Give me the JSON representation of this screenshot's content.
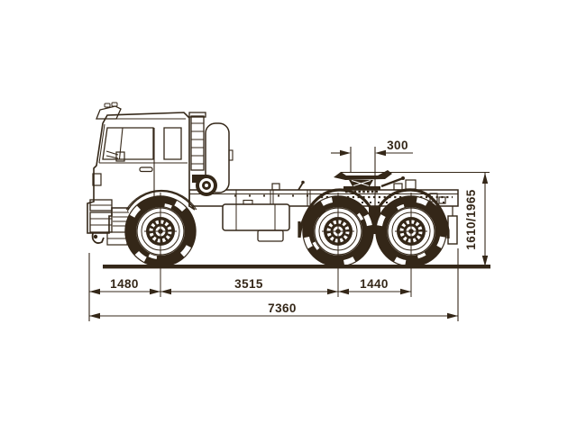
{
  "meta": {
    "description": "Side-view dimensional line drawing of a 6x4 truck tractor chassis with fifth-wheel coupling",
    "units": "mm"
  },
  "colors": {
    "ink": "#342718",
    "background": "#ffffff"
  },
  "dimensions": {
    "fifth_wheel_lead": "300",
    "fifth_wheel_height": "1610/1965",
    "front_overhang_to_axle": "1480",
    "wheelbase": "3515",
    "rear_bogie_spacing": "1440",
    "overall_length": "7360"
  }
}
